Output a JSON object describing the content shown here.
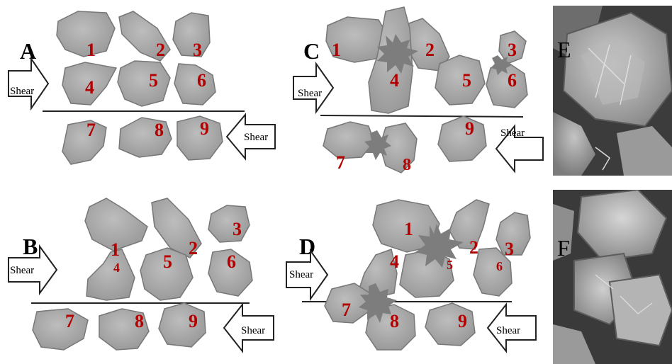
{
  "panels": [
    {
      "id": "A",
      "label": "A"
    },
    {
      "id": "B",
      "label": "B"
    },
    {
      "id": "C",
      "label": "C"
    },
    {
      "id": "D",
      "label": "D"
    },
    {
      "id": "E",
      "label": "E"
    },
    {
      "id": "F",
      "label": "F"
    }
  ],
  "shear_label": "Shear",
  "particle_numbers": [
    "1",
    "2",
    "3",
    "4",
    "5",
    "6",
    "7",
    "8",
    "9"
  ],
  "colors": {
    "particle_fill": "#a9a9a9",
    "particle_stroke": "#7a7a7a",
    "number_color": "#b30000",
    "fracture_star": "#7d7d7d",
    "photo_dark": "#3a3a3a",
    "photo_light": "#c8c8c8"
  }
}
